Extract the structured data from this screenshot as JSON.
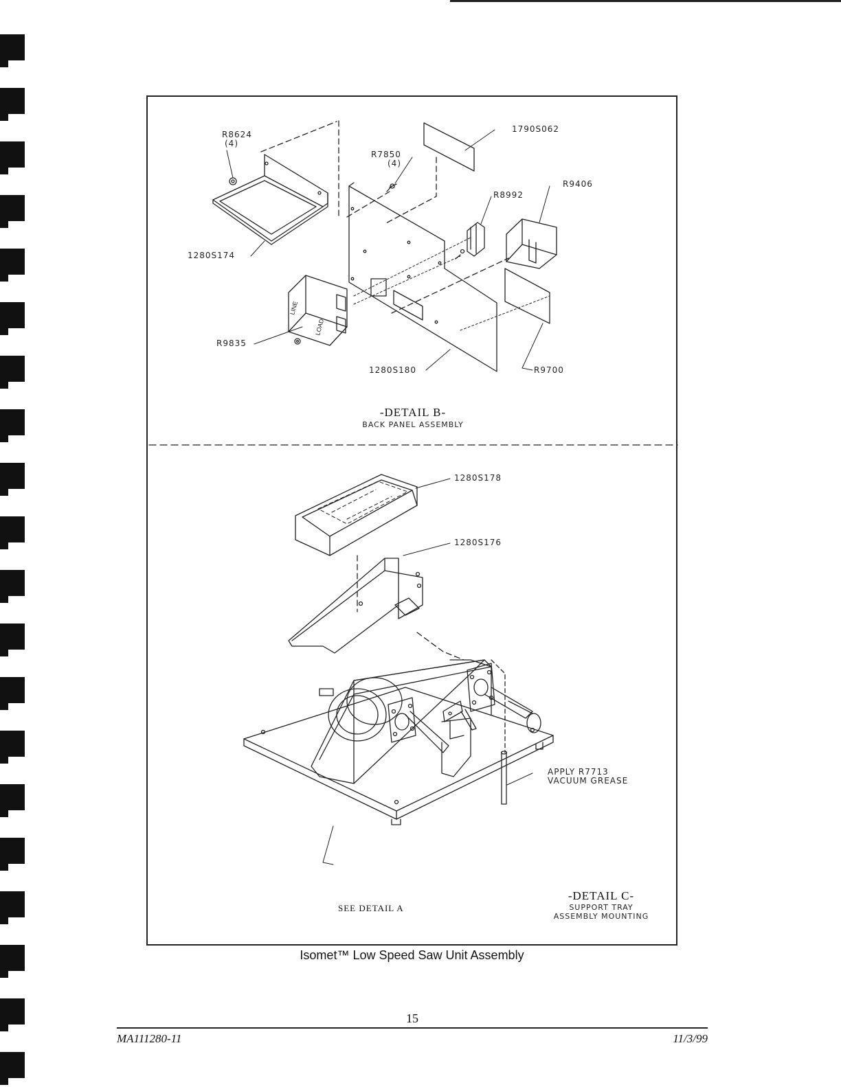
{
  "figure": {
    "detail_b": {
      "title": "-DETAIL B-",
      "subtitle": "BACK PANEL ASSEMBLY",
      "callouts": {
        "r8624": "R8624",
        "r8624_qty": "(4)",
        "r7850": "R7850",
        "r7850_qty": "(4)",
        "p1790s062": "1790S062",
        "r8992": "R8992",
        "r9406": "R9406",
        "p1280s174": "1280S174",
        "r9835": "R9835",
        "p1280s180": "1280S180",
        "r9700": "R9700",
        "line_text": "LINE",
        "load_text": "LOAD"
      }
    },
    "detail_c": {
      "title": "-DETAIL C-",
      "subtitle_line1": "SUPPORT TRAY",
      "subtitle_line2": "ASSEMBLY MOUNTING",
      "callouts": {
        "p1280s178": "1280S178",
        "p1280s176": "1280S176",
        "apply_line1": "APPLY R7713",
        "apply_line2": "VACUUM GREASE",
        "see_detail_a": "SEE DETAIL A"
      }
    },
    "caption": "Isomet™ Low Speed Saw Unit Assembly"
  },
  "page": {
    "number": "15",
    "doc_id": "MA111280-11",
    "date": "11/3/99"
  }
}
